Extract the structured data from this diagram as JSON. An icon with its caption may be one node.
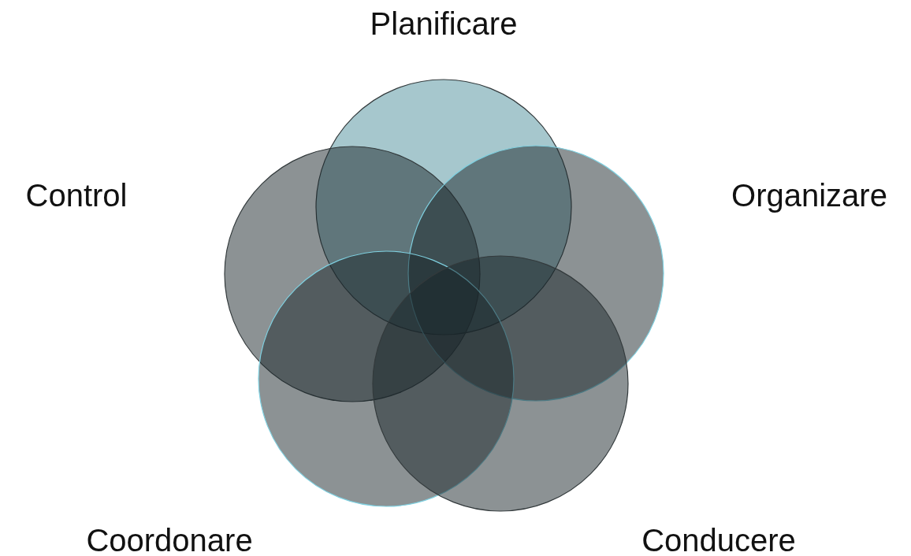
{
  "diagram": {
    "nodes": [
      {
        "text": [
          "Planificare"
        ]
      },
      {
        "text": [
          "Control"
        ]
      },
      {
        "text": [
          "Organizare"
        ]
      },
      {
        "text": [
          "Coordonare"
        ]
      },
      {
        "text": [
          "Conducere"
        ]
      }
    ]
  }
}
